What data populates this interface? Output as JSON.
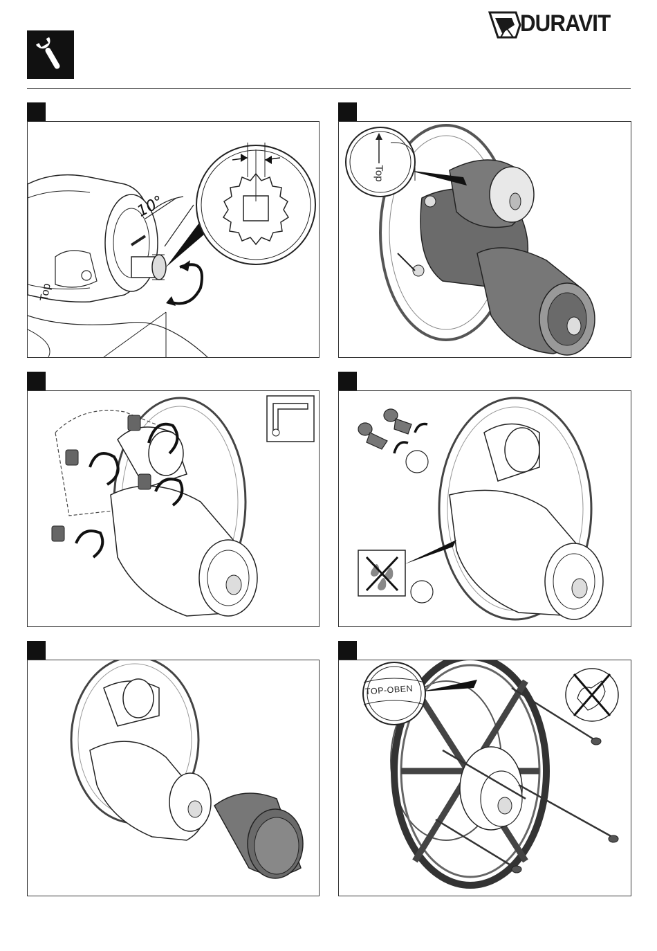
{
  "brand": {
    "name": "DURAVIT"
  },
  "header": {
    "icon": "wrench-icon"
  },
  "steps": [
    {
      "id": "step-1",
      "angle_label": "10°",
      "icons": [
        "rotate-arrow-icon"
      ]
    },
    {
      "id": "step-2",
      "callout_label": "Top",
      "icons": [
        "up-arrow-icon"
      ]
    },
    {
      "id": "step-3",
      "icons": [
        "hex-key-icon",
        "rotate-arrow-icon"
      ]
    },
    {
      "id": "step-4",
      "icons": [
        "rotate-arrow-icon",
        "no-water-icon"
      ]
    },
    {
      "id": "step-5",
      "icons": []
    },
    {
      "id": "step-6",
      "callout_label": "TOP-OBEN",
      "icons": [
        "no-hand-icon"
      ]
    }
  ],
  "colors": {
    "ink": "#111111",
    "part_dark": "#6b6b6b",
    "part_mid": "#9a9a9a",
    "part_light": "#d6d6d6",
    "panel_bg": "#ffffff"
  }
}
